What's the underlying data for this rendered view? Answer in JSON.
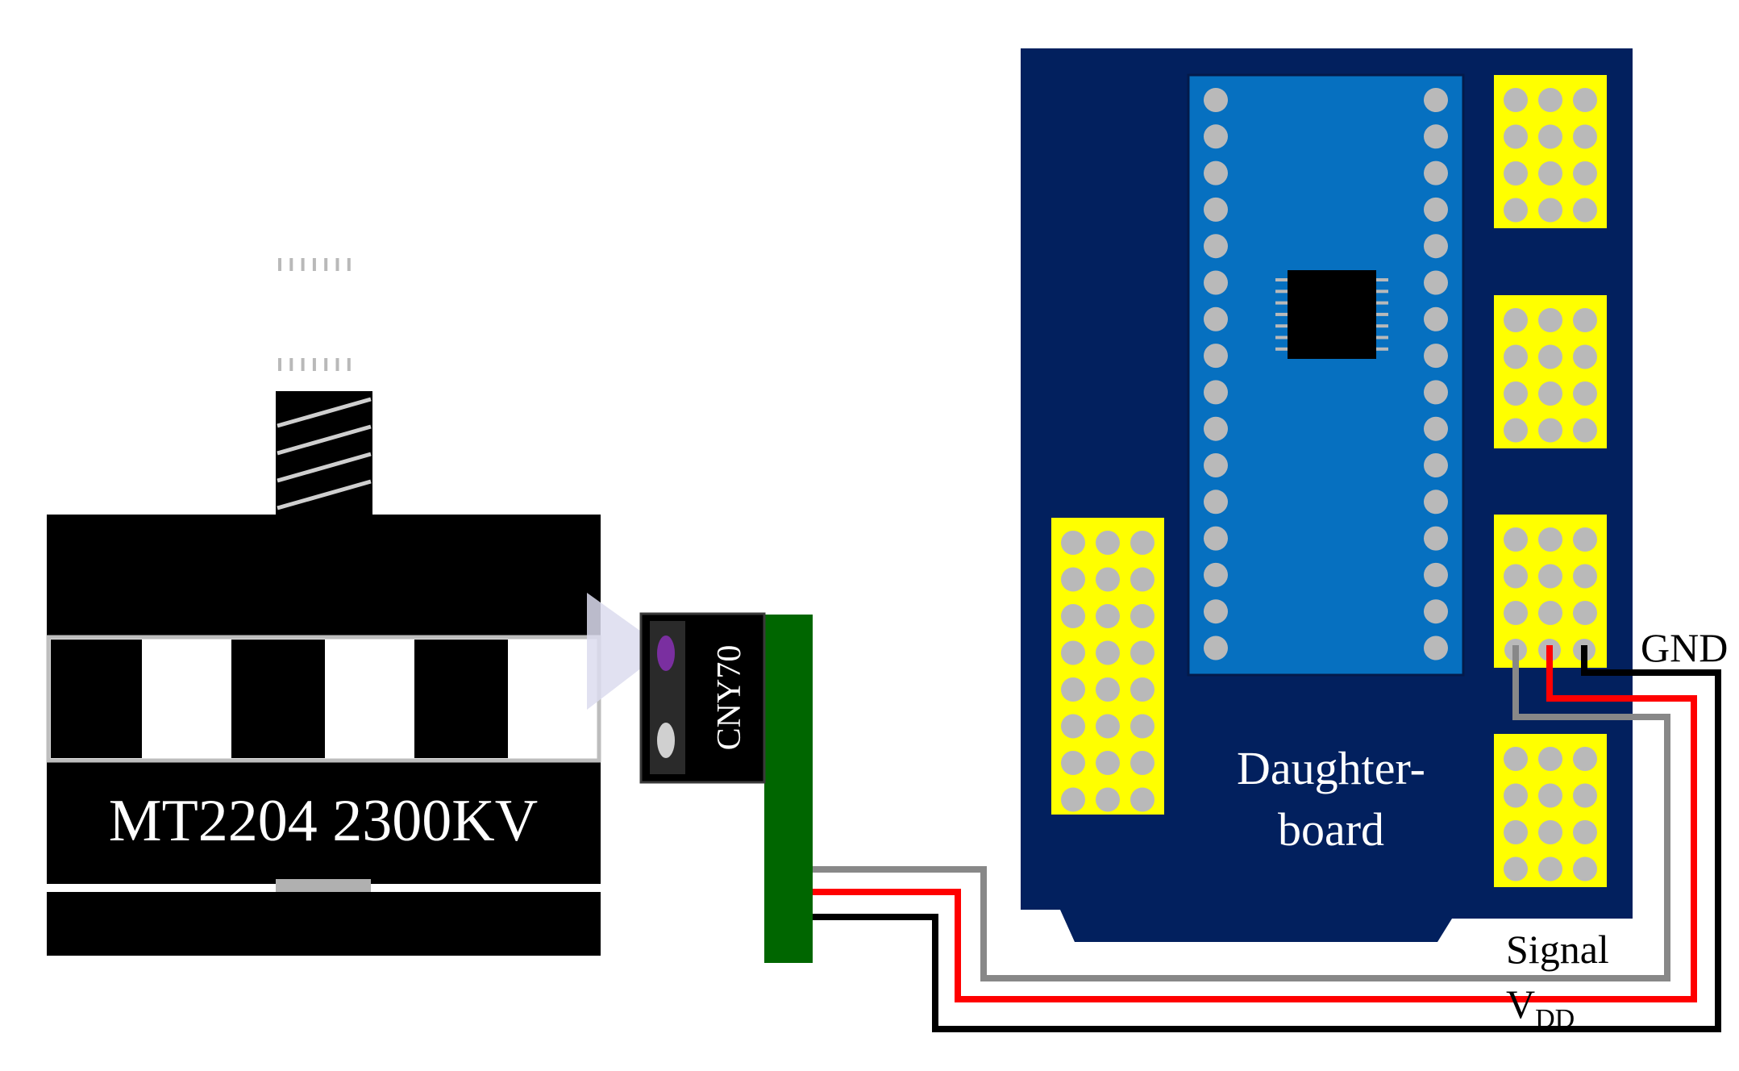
{
  "motor": {
    "label": "MT2204 2300KV"
  },
  "sensor": {
    "label": "CNY70"
  },
  "board": {
    "label_line1": "Daughter-",
    "label_line2": "board"
  },
  "wires": {
    "gnd_label": "GND",
    "signal_label": "Signal",
    "vdd_label_main": "V",
    "vdd_label_sub": "DD"
  },
  "colors": {
    "board_navy": "#02205e",
    "module_blue": "#0670c0",
    "header_yellow": "#ffff00",
    "pin_grey": "#b9b9b9",
    "sensor_pcb_green": "#006600",
    "wire_signal": "#888888",
    "wire_vdd": "#ff0000",
    "wire_gnd": "#000000",
    "led_purple": "#7a2fa0"
  }
}
